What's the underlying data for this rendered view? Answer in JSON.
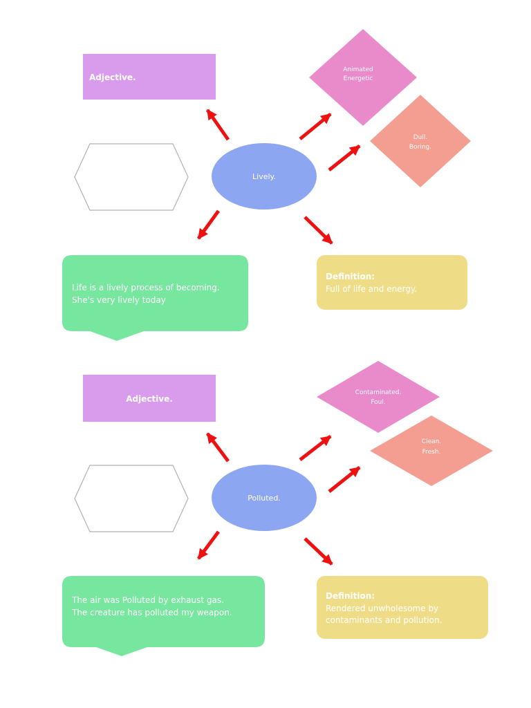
{
  "colors": {
    "adjective_box": "#d99cec",
    "synonym_diamond": "#e98bca",
    "antonym_diamond": "#f49e91",
    "center_ellipse": "#8ca6f2",
    "example_callout": "#77e69e",
    "definition_box": "#eedc86",
    "hexagon_stroke": "#b0b0b0",
    "arrow": "#ee1111",
    "text": "#ffffff"
  },
  "maps": [
    {
      "word": "Lively.",
      "part_of_speech": "Adjective.",
      "synonyms": [
        "Animated",
        "Energetic"
      ],
      "antonyms": [
        "Dull.",
        "Boring."
      ],
      "examples": [
        "Life is a lively process of becoming.",
        "She's very lively today"
      ],
      "definition_heading": "Definition:",
      "definition_lines": [
        "Full of life and energy."
      ]
    },
    {
      "word": "Polluted.",
      "part_of_speech": "Adjective.",
      "synonyms": [
        "Contaminated.",
        "Foul."
      ],
      "antonyms": [
        "Clean.",
        "Fresh."
      ],
      "examples": [
        "The air was Polluted by exhaust gas.",
        "The creature has polluted my weapon."
      ],
      "definition_heading": "Definition:",
      "definition_lines": [
        "Rendered unwholesome by",
        "contaminants and pollution."
      ]
    }
  ]
}
